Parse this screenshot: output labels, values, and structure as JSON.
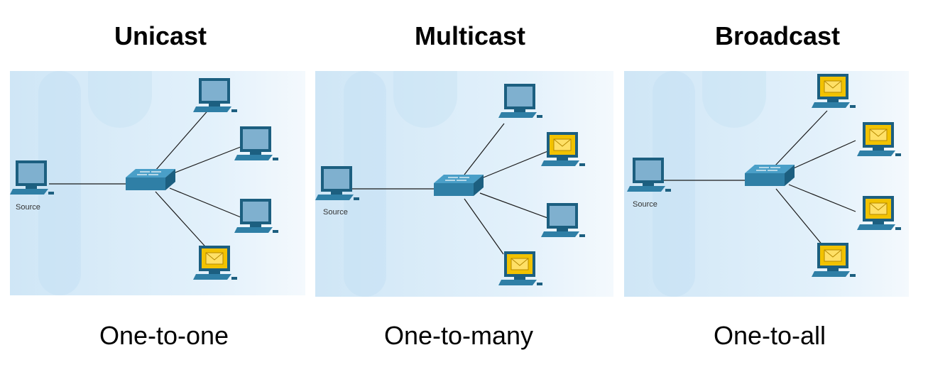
{
  "colors": {
    "panel_bg": "#d9ecf8",
    "device_blue": "#2f7fa6",
    "device_dark": "#1c5f80",
    "screen_plain": "#7fb0cf",
    "screen_envelope": "#f2c200",
    "link_line": "#1a1a1a"
  },
  "panels": [
    {
      "title": "Unicast",
      "caption": "One-to-one",
      "source_label": "Source",
      "recipients": [
        false,
        false,
        false,
        true
      ]
    },
    {
      "title": "Multicast",
      "caption": "One-to-many",
      "source_label": "Source",
      "recipients": [
        false,
        true,
        false,
        true
      ]
    },
    {
      "title": "Broadcast",
      "caption": "One-to-all",
      "source_label": "Source",
      "recipients": [
        true,
        true,
        true,
        true
      ]
    }
  ]
}
